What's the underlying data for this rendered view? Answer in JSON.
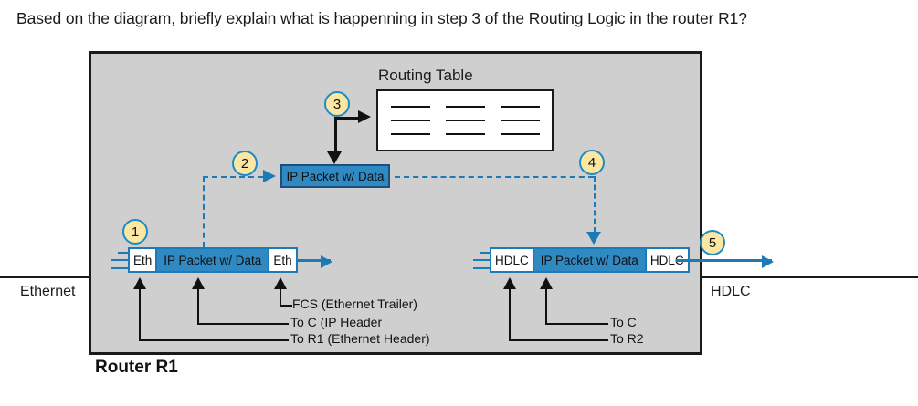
{
  "question": {
    "text": "Based on the diagram, briefly explain what is happenning in step 3 of the Routing Logic in the router R1?"
  },
  "diagram": {
    "router_caption": "Router R1",
    "media_left_label": "Ethernet",
    "media_right_label": "HDLC",
    "routing_table": {
      "title": "Routing Table",
      "rows": 3,
      "cols": 3
    },
    "steps": [
      {
        "id": "1",
        "label": "1"
      },
      {
        "id": "2",
        "label": "2"
      },
      {
        "id": "3",
        "label": "3"
      },
      {
        "id": "4",
        "label": "4"
      },
      {
        "id": "5",
        "label": "5"
      }
    ],
    "middle_packet": {
      "label": "IP Packet w/ Data"
    },
    "ethernet_frame": {
      "header": "Eth",
      "body": "IP Packet w/ Data",
      "trailer": "Eth"
    },
    "hdlc_frame": {
      "header": "HDLC",
      "body": "IP Packet w/ Data",
      "trailer": "HDLC"
    },
    "left_callouts": [
      {
        "label": "FCS (Ethernet Trailer)"
      },
      {
        "label": "To C  (IP Header"
      },
      {
        "label": "To R1 (Ethernet Header)"
      }
    ],
    "right_callouts": [
      {
        "label": "To C"
      },
      {
        "label": "To R2"
      }
    ],
    "colors": {
      "router_fill": "#cfcfcf",
      "packet_blue": "#2f8ac4",
      "line_blue": "#1d7ab4",
      "step_fill": "#fbe7a2",
      "step_ring": "#1d8cc4",
      "outline_black": "#1a1a1a"
    }
  }
}
